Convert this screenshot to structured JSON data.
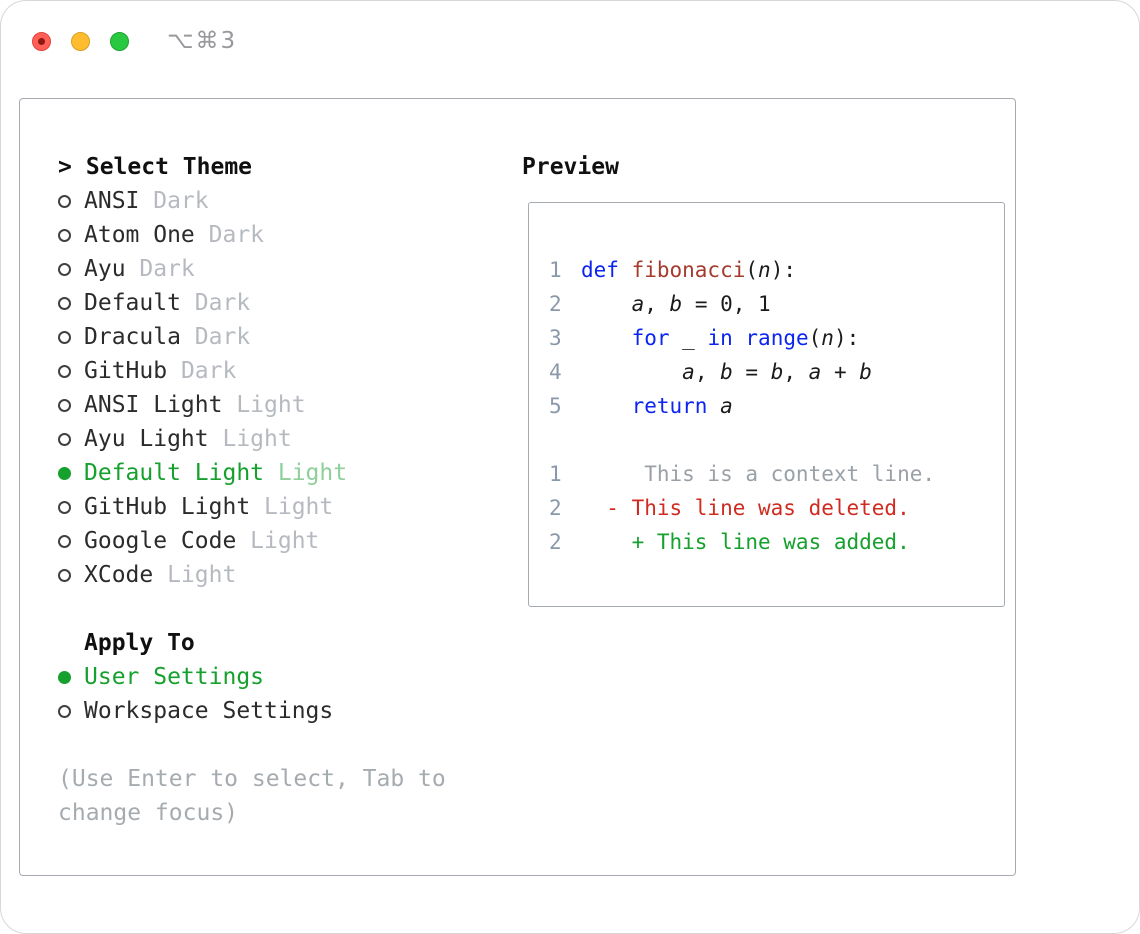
{
  "window": {
    "title": "⌥⌘3"
  },
  "colors": {
    "accent": "#16a02d",
    "accent_soft": "#8fcf9c",
    "keyword": "#0b24f0",
    "func": "#a53a2d",
    "deleted": "#d02b20",
    "context": "#9aa0a6",
    "linenum": "#8a99a9",
    "border": "#a6abb1"
  },
  "picker": {
    "prompt": ">",
    "heading": "Select Theme",
    "items": [
      {
        "name": "ANSI",
        "variant": "Dark",
        "selected": false
      },
      {
        "name": "Atom One",
        "variant": "Dark",
        "selected": false
      },
      {
        "name": "Ayu",
        "variant": "Dark",
        "selected": false
      },
      {
        "name": "Default",
        "variant": "Dark",
        "selected": false
      },
      {
        "name": "Dracula",
        "variant": "Dark",
        "selected": false
      },
      {
        "name": "GitHub",
        "variant": "Dark",
        "selected": false
      },
      {
        "name": "ANSI Light",
        "variant": "Light",
        "selected": false
      },
      {
        "name": "Ayu Light",
        "variant": "Light",
        "selected": false
      },
      {
        "name": "Default Light",
        "variant": "Light",
        "selected": true
      },
      {
        "name": "GitHub Light",
        "variant": "Light",
        "selected": false
      },
      {
        "name": "Google Code",
        "variant": "Light",
        "selected": false
      },
      {
        "name": "XCode",
        "variant": "Light",
        "selected": false
      }
    ],
    "apply_heading": "Apply To",
    "apply_options": [
      {
        "label": "User Settings",
        "selected": true
      },
      {
        "label": "Workspace Settings",
        "selected": false
      }
    ],
    "hint": "(Use Enter to select, Tab to change focus)"
  },
  "preview": {
    "heading": "Preview",
    "lines": [
      {
        "num": "1",
        "tokens": [
          {
            "t": "def ",
            "c": "kw"
          },
          {
            "t": "fibonacci",
            "c": "fn"
          },
          {
            "t": "(",
            "c": "pl"
          },
          {
            "t": "n",
            "c": "var"
          },
          {
            "t": "):",
            "c": "pl"
          }
        ]
      },
      {
        "num": "2",
        "tokens": [
          {
            "t": "    ",
            "c": "pl"
          },
          {
            "t": "a",
            "c": "var"
          },
          {
            "t": ", ",
            "c": "pl"
          },
          {
            "t": "b",
            "c": "var"
          },
          {
            "t": " = ",
            "c": "pl"
          },
          {
            "t": "0, 1",
            "c": "pl"
          }
        ]
      },
      {
        "num": "3",
        "tokens": [
          {
            "t": "    ",
            "c": "pl"
          },
          {
            "t": "for",
            "c": "kw"
          },
          {
            "t": " _ ",
            "c": "pl"
          },
          {
            "t": "in",
            "c": "kw"
          },
          {
            "t": " ",
            "c": "pl"
          },
          {
            "t": "range",
            "c": "kw"
          },
          {
            "t": "(",
            "c": "pl"
          },
          {
            "t": "n",
            "c": "var"
          },
          {
            "t": "):",
            "c": "pl"
          }
        ]
      },
      {
        "num": "4",
        "tokens": [
          {
            "t": "        ",
            "c": "pl"
          },
          {
            "t": "a",
            "c": "var"
          },
          {
            "t": ", ",
            "c": "pl"
          },
          {
            "t": "b",
            "c": "var"
          },
          {
            "t": " = ",
            "c": "pl"
          },
          {
            "t": "b",
            "c": "var"
          },
          {
            "t": ", ",
            "c": "pl"
          },
          {
            "t": "a",
            "c": "var"
          },
          {
            "t": " + ",
            "c": "pl"
          },
          {
            "t": "b",
            "c": "var"
          }
        ]
      },
      {
        "num": "5",
        "tokens": [
          {
            "t": "    ",
            "c": "pl"
          },
          {
            "t": "return",
            "c": "kw"
          },
          {
            "t": " ",
            "c": "pl"
          },
          {
            "t": "a",
            "c": "var"
          }
        ]
      },
      {
        "num": "",
        "tokens": []
      },
      {
        "num": "1",
        "tokens": [
          {
            "t": "     This is a context line.",
            "c": "ctx"
          }
        ]
      },
      {
        "num": "2",
        "tokens": [
          {
            "t": "  - This line was deleted.",
            "c": "del"
          }
        ]
      },
      {
        "num": "2",
        "tokens": [
          {
            "t": "    + This line was added.",
            "c": "add"
          }
        ]
      }
    ]
  }
}
